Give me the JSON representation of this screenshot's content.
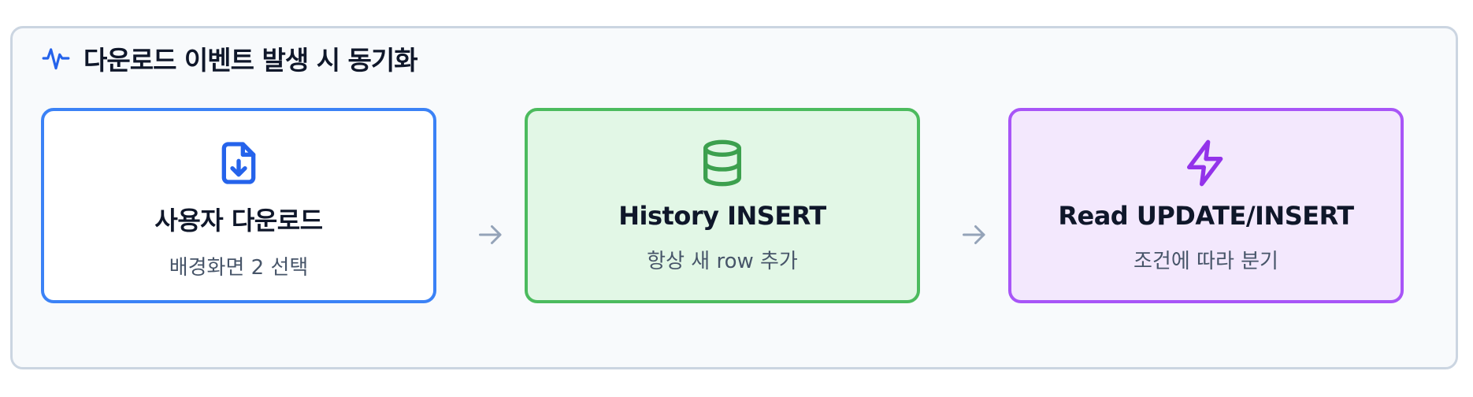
{
  "header": {
    "title": "다운로드 이벤트 발생 시 동기화",
    "icon": "activity-icon"
  },
  "flow": {
    "steps": [
      {
        "title": "사용자 다운로드",
        "subtitle": "배경화면 2 선택",
        "icon": "file-download-icon",
        "color": "#3b82f6",
        "background": "#ffffff"
      },
      {
        "title": "History INSERT",
        "subtitle": "항상 새 row 추가",
        "icon": "database-icon",
        "color": "#4cbb5e",
        "background": "#e2f7e6"
      },
      {
        "title": "Read UPDATE/INSERT",
        "subtitle": "조건에 따라 분기",
        "icon": "lightning-icon",
        "color": "#9333ea",
        "background": "#f3e8fd"
      }
    ],
    "connector_icon": "arrow-right-icon",
    "connector_color": "#94a3b8"
  }
}
